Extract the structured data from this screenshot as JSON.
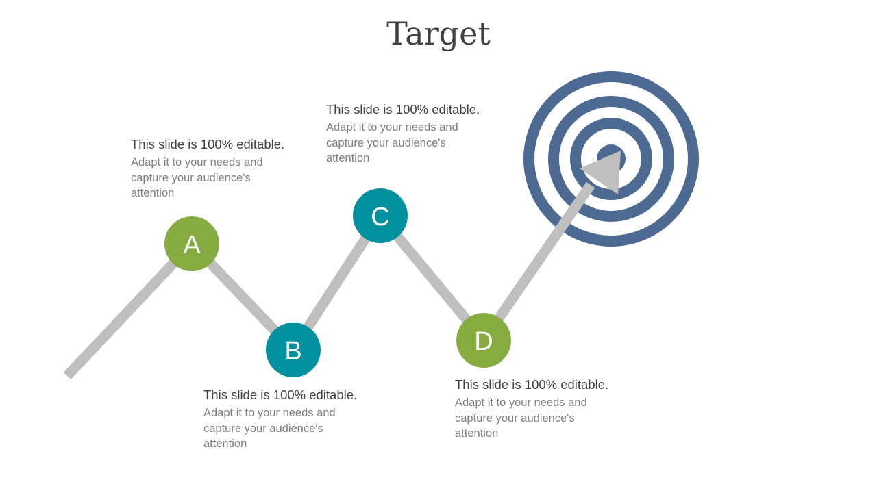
{
  "title": "Target",
  "colors": {
    "path": "#bfbfbf",
    "green": "#86ac41",
    "teal": "#00909e",
    "target_blue": "#4c6a92"
  },
  "nodes": [
    {
      "letter": "A",
      "color": "green"
    },
    {
      "letter": "B",
      "color": "teal"
    },
    {
      "letter": "C",
      "color": "teal"
    },
    {
      "letter": "D",
      "color": "green"
    }
  ],
  "blocks": [
    {
      "heading": "This slide is 100% editable.",
      "body": "Adapt it to your needs and capture your audience's attention"
    },
    {
      "heading": "This slide is 100% editable.",
      "body": "Adapt it to your needs and capture your audience's attention"
    },
    {
      "heading": "This slide is 100% editable.",
      "body": "Adapt it to your needs and capture your audience's attention"
    },
    {
      "heading": "This slide is 100% editable.",
      "body": "Adapt it to your needs and capture your audience's attention"
    }
  ]
}
